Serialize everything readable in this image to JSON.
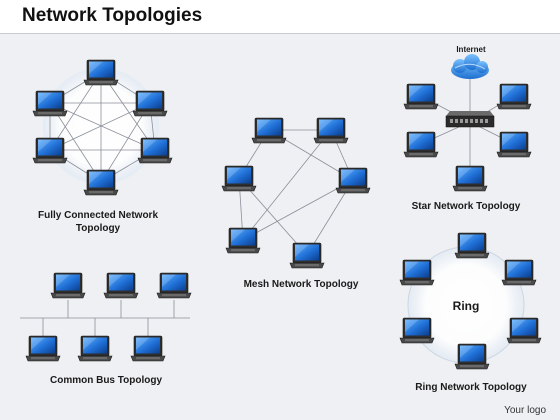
{
  "title": "Network Topologies",
  "labels": {
    "fully_connected": "Fully Connected Network Topology",
    "mesh": "Mesh Network Topology",
    "star": "Star Network Topology",
    "bus": "Common Bus Topology",
    "ring": "Ring Network Topology",
    "ring_center": "Ring",
    "internet": "Internet"
  },
  "logo": "Your logo",
  "colors": {
    "screen": "#1f6fd6",
    "laptop_body": "#3a3a3a",
    "glow": "#ffffff",
    "link": "#8a8f99",
    "cloud": "#2f86e0"
  },
  "icons": [
    "laptop-icon",
    "cloud-icon",
    "switch-icon"
  ]
}
